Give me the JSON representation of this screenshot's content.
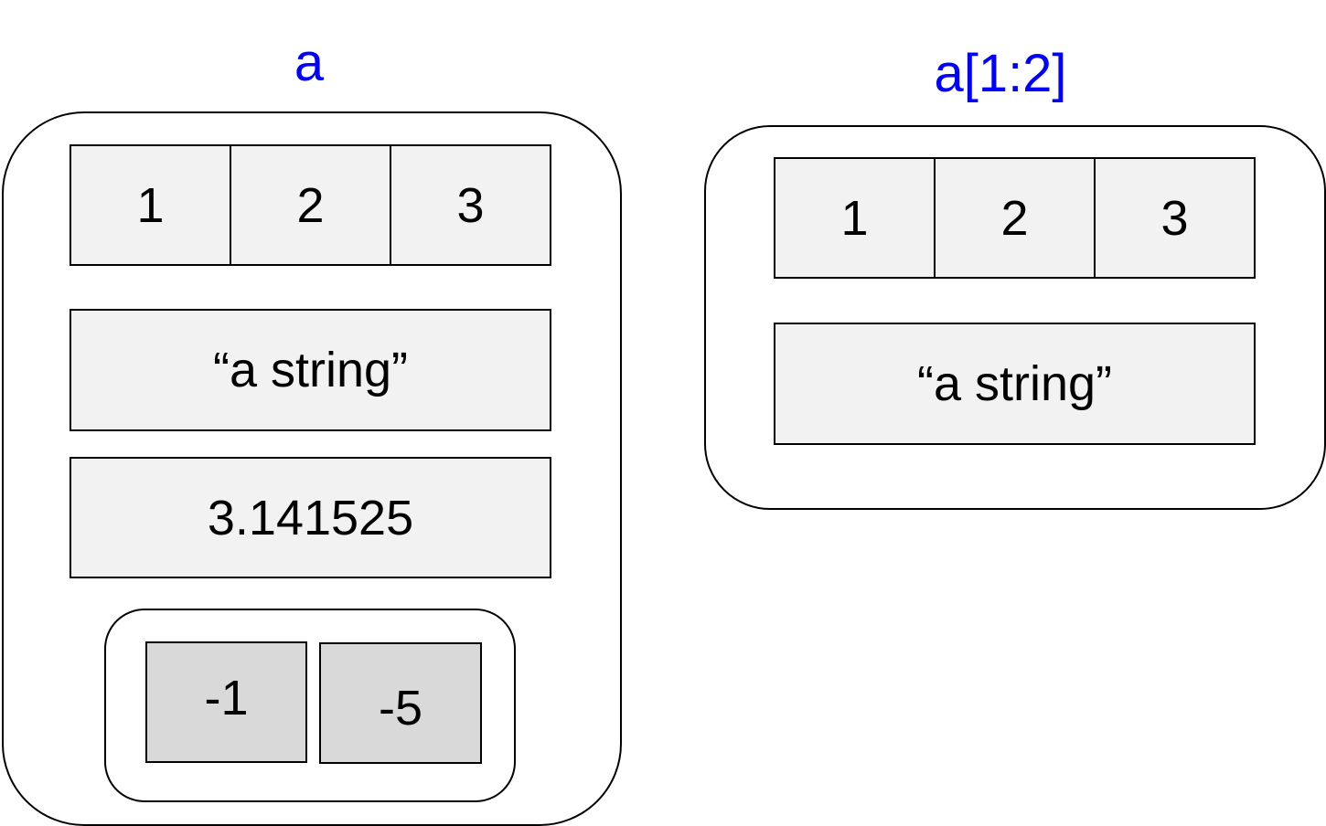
{
  "left": {
    "title": "a",
    "row": [
      "1",
      "2",
      "3"
    ],
    "string_value": "“a string”",
    "float_value": "3.141525",
    "nested": [
      "-1",
      "-5"
    ]
  },
  "right": {
    "title": "a[1:2]",
    "row": [
      "1",
      "2",
      "3"
    ],
    "string_value": "“a string”"
  },
  "colors": {
    "title": "#0000ff",
    "cell": "#f2f2f2",
    "nested_cell": "#d9d9d9",
    "border": "#000000"
  }
}
